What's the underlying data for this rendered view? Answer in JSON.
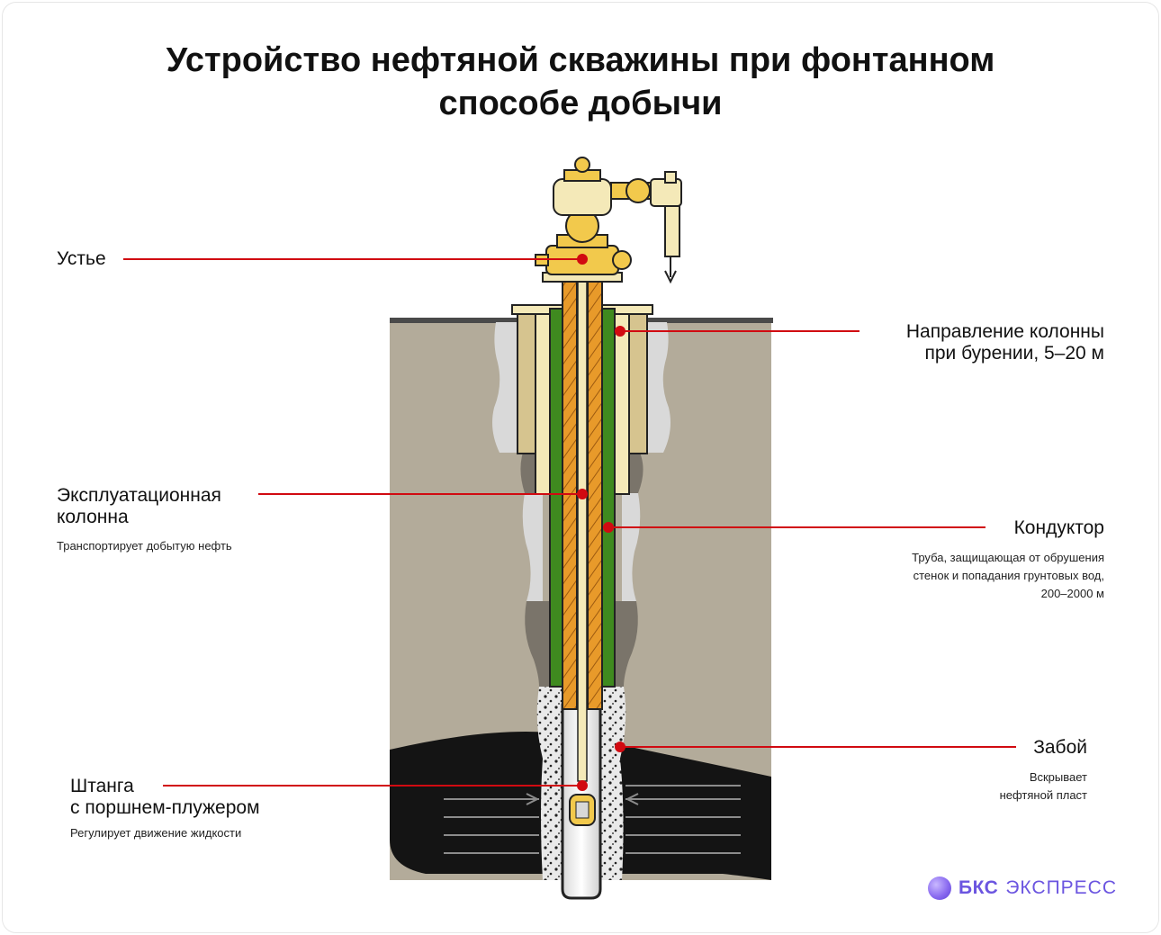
{
  "title_line1": "Устройство нефтяной скважины при фонтанном",
  "title_line2": "способе добычи",
  "labels": {
    "ustye": "Устье",
    "napr_line1": "Направление колонны",
    "napr_line2": "при  бурении, 5–20 м",
    "expl_line1": "Эксплуатационная",
    "expl_line2": "колонна",
    "expl_sub": "Транспортирует добытую нефть",
    "kond": "Кондуктор",
    "kond_sub1": "Труба, защищающая от обрушения",
    "kond_sub2": "стенок и попадания грунтовых вод,",
    "kond_sub3": "200–2000 м",
    "zaboy": "Забой",
    "zaboy_sub1": "Вскрывает",
    "zaboy_sub2": "нефтяной пласт",
    "shtanga_line1": "Штанга",
    "shtanga_line2": "с поршнем-плужером",
    "shtanga_sub": "Регулирует движение жидкости"
  },
  "logo": {
    "bold": "БКС",
    "thin": "ЭКСПРЕСС"
  },
  "colors": {
    "leader": "#d10a11",
    "soil": "#b3ab9a",
    "oil_layer": "#141414",
    "conductor": "#3f8a1f",
    "tubing": "#e89a2a",
    "casing_light": "#f4e9b8",
    "fitting": "#f2c94c"
  }
}
